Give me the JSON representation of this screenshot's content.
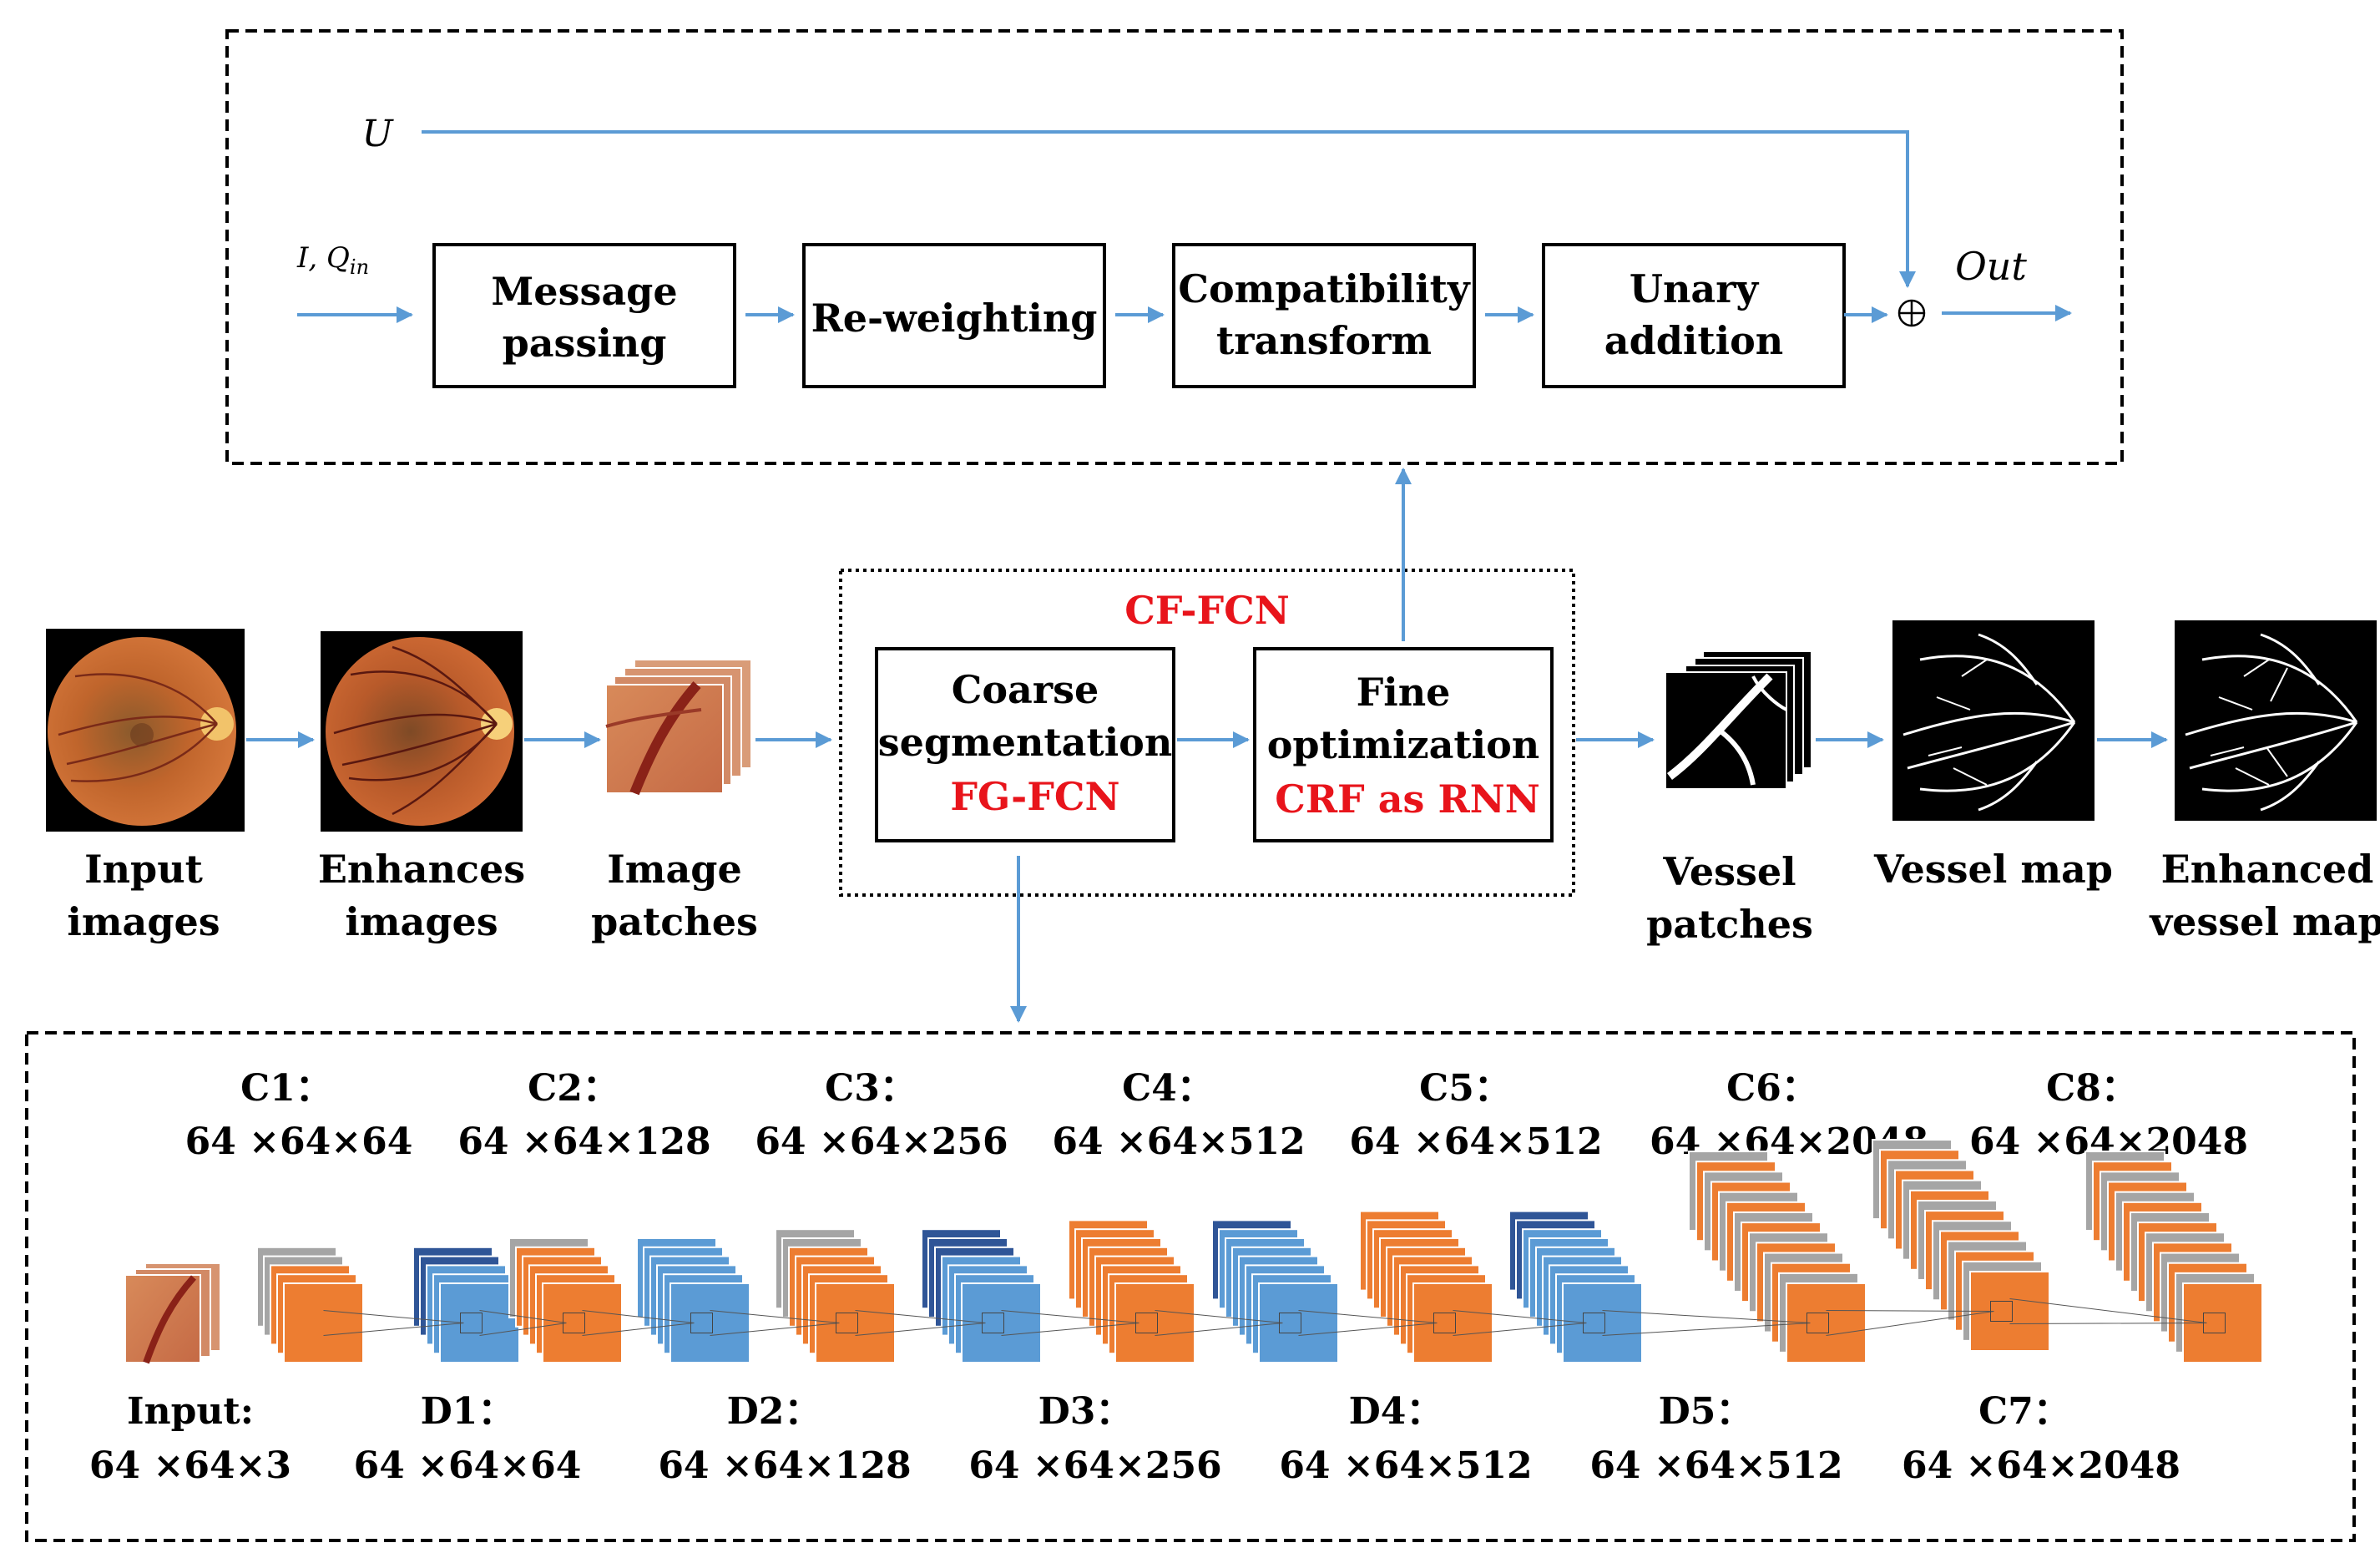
{
  "crf": {
    "input_u": "U",
    "input_iq": "I, Q",
    "input_iq_sub": "in",
    "output": "Out",
    "steps": [
      {
        "line1": "Message",
        "line2": "passing"
      },
      {
        "line1": "Re-weighting",
        "line2": ""
      },
      {
        "line1": "Compatibility",
        "line2": "transform"
      },
      {
        "line1": "Unary",
        "line2": "addition"
      }
    ]
  },
  "cffcn": {
    "title": "CF-FCN",
    "coarse": {
      "line1": "Coarse",
      "line2": "segmentation",
      "model": "FG-FCN"
    },
    "fine": {
      "line1": "Fine",
      "line2": "optimization",
      "model": "CRF as RNN"
    }
  },
  "pipeline": {
    "input": {
      "line1": "Input",
      "line2": "images"
    },
    "enhanced": {
      "line1": "Enhances",
      "line2": "images"
    },
    "patches": {
      "line1": "Image",
      "line2": "patches"
    },
    "vessel_patches": {
      "line1": "Vessel",
      "line2": "patches"
    },
    "vessel_map": {
      "line1": "Vessel map",
      "line2": ""
    },
    "enhanced_map": {
      "line1": "Enhanced",
      "line2": "vessel map"
    }
  },
  "network": {
    "top": [
      {
        "name": "C1：",
        "dims": "64 ×64×64"
      },
      {
        "name": "C2：",
        "dims": "64 ×64×128"
      },
      {
        "name": "C3：",
        "dims": "64 ×64×256"
      },
      {
        "name": "C4：",
        "dims": "64 ×64×512"
      },
      {
        "name": "C5：",
        "dims": "64 ×64×512"
      },
      {
        "name": "C6：",
        "dims": "64 ×64×2048"
      },
      {
        "name": "C8：",
        "dims": "64 ×64×2048"
      }
    ],
    "bottom": [
      {
        "name": "Input:",
        "dims": "64 ×64×3"
      },
      {
        "name": "D1：",
        "dims": "64 ×64×64"
      },
      {
        "name": "D2：",
        "dims": "64 ×64×128"
      },
      {
        "name": "D3：",
        "dims": "64 ×64×256"
      },
      {
        "name": "D4：",
        "dims": "64 ×64×512"
      },
      {
        "name": "D5：",
        "dims": "64 ×64×512"
      },
      {
        "name": "C7：",
        "dims": "64 ×64×2048"
      }
    ]
  },
  "colors": {
    "arrow": "#5b9bd5",
    "orange": "#ed7d31",
    "gray": "#a5a5a5",
    "light_blue": "#5b9bd5",
    "dark_blue": "#2f5597",
    "red": "#e8141b"
  }
}
